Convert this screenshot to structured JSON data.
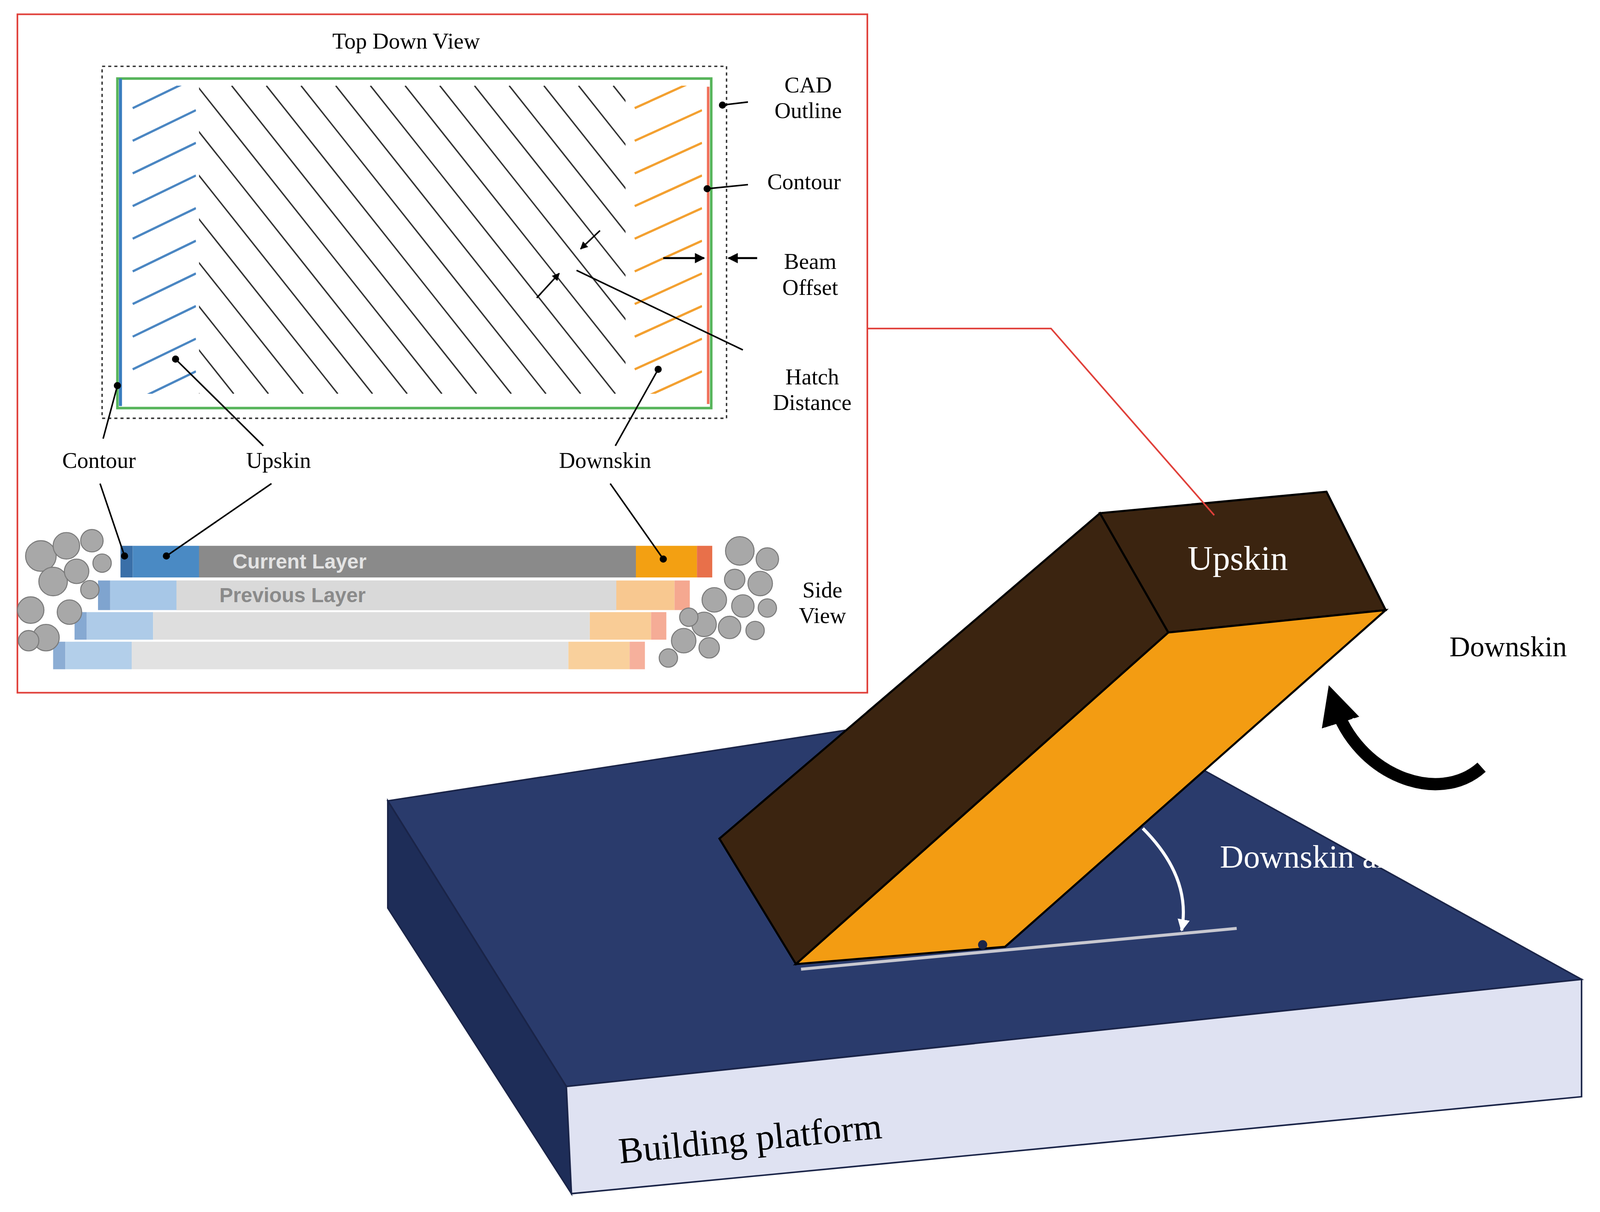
{
  "diagram": {
    "nodes": [
      {
        "text": [
          "Current Layer"
        ]
      },
      {
        "text": [
          "Previous Layer"
        ]
      }
    ],
    "labels": [
      "Top Down View",
      "CAD Outline",
      "Contour",
      "Beam Offset",
      "Hatch Distance",
      "Contour",
      "Upskin",
      "Downskin",
      "Side View",
      "Upskin",
      "Downskin",
      "Downskin angle",
      "Building platform"
    ]
  }
}
